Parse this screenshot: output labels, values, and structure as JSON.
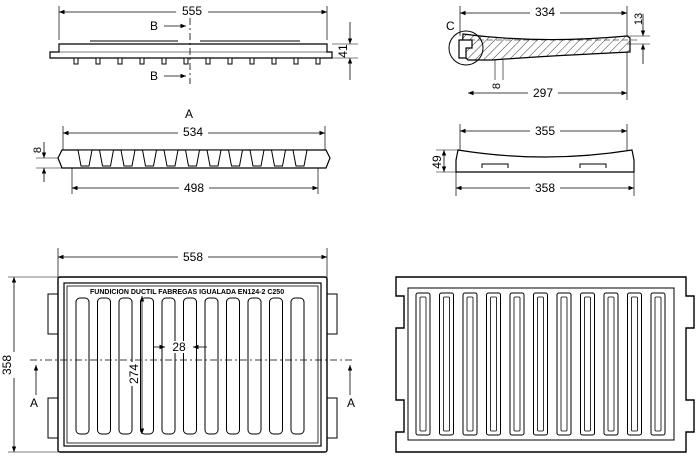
{
  "dimensions": {
    "side_length": "555",
    "side_height": "41",
    "front_length": "534",
    "front_inner": "498",
    "front_thickness": "8",
    "section_length": "334",
    "section_inner": "297",
    "section_rise": "13",
    "section_rim": "8",
    "end_length": "355",
    "end_base": "358",
    "end_height": "49",
    "plan_length": "558",
    "plan_width": "358",
    "plan_slot_depth": "274",
    "plan_slot_width": "28"
  },
  "labels": {
    "section_b_top": "B",
    "section_b_bottom": "B",
    "section_a_top": "A",
    "section_a_left": "A",
    "section_a_right": "A",
    "detail_c": "C"
  },
  "inscription": "FUNDICION DUCTIL FABREGAS IGUALADA    EN124-2 C250",
  "colors": {
    "line": "#000000",
    "hatch": "#000000",
    "background": "#ffffff"
  }
}
